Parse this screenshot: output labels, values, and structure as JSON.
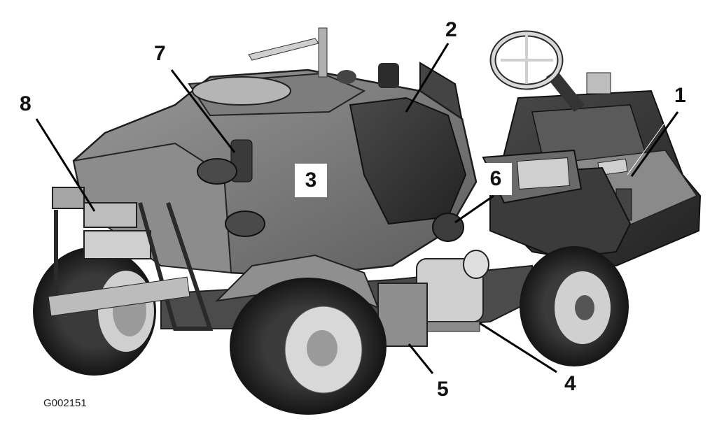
{
  "figure_id": "G002151",
  "callouts": [
    "1",
    "2",
    "3",
    "4",
    "5",
    "6",
    "7",
    "8"
  ],
  "colors": {
    "body_dark": "#3a3a3a",
    "body_mid": "#6e6e6e",
    "body_light": "#a9a9a9",
    "tire": "#262626",
    "rim": "#d8d8d8",
    "leader": "#000000"
  }
}
